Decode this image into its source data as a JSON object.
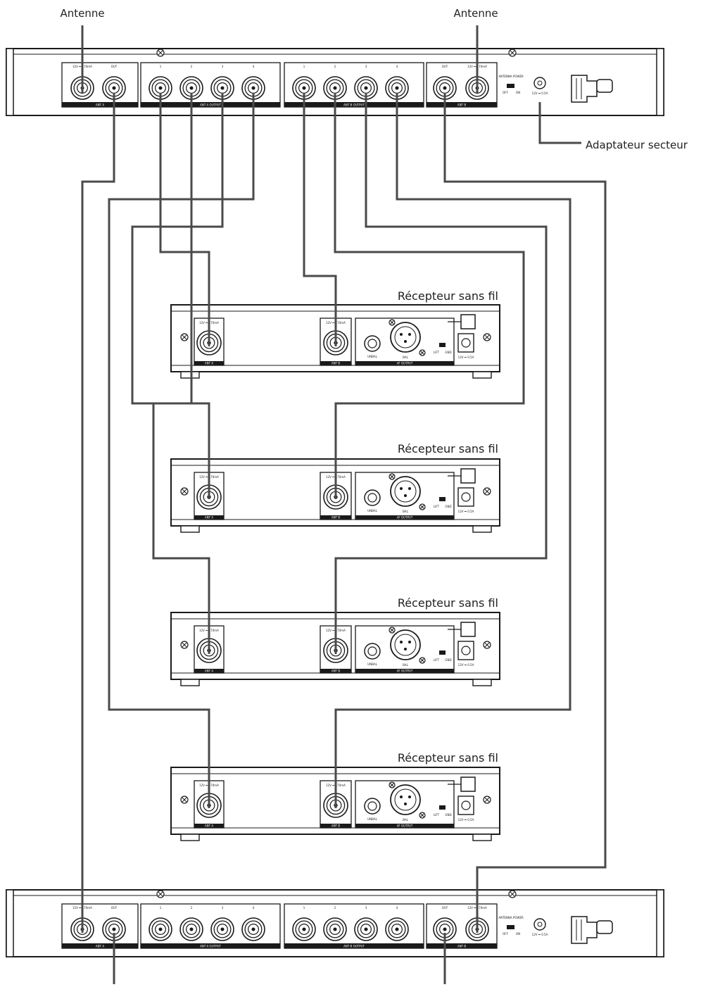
{
  "labels": {
    "antenna_left": "Antenne",
    "antenna_right": "Antenne",
    "power_adapter": "Adaptateur secteur",
    "receivers": [
      "Récepteur sans fil",
      "Récepteur sans fil",
      "Récepteur sans fil",
      "Récepteur sans fil"
    ]
  },
  "distributor": {
    "ant_a_label": "ANT A",
    "ant_b_label": "ANT B",
    "in_label": "12V ⎓ 170mA",
    "out_label": "OUT",
    "output_a_label": "ANT A OUTPUT",
    "output_b_label": "ANT B OUTPUT",
    "output_numbers": [
      "1",
      "2",
      "3",
      "4"
    ],
    "booster_label": "ANTENNA POWER",
    "booster_off": "OFF",
    "booster_on": "ON",
    "dc_label": "12V ⎓ 0.5A"
  },
  "receiver": {
    "ant_a_label": "ANT A",
    "ant_b_label": "ANT B",
    "in_label": "12V ⎓ 170mA",
    "af_output_label": "AF OUTPUT",
    "unbal_label": "UNBAL",
    "bal_label": "BAL",
    "ground_lift": "LIFT",
    "ground_gnd": "GND",
    "dc_label": "12V ⎓ 0.5A"
  },
  "colors": {
    "cable": "#4a4a4a",
    "outline": "#1a1a1a",
    "label_bar": "#1a1a1a",
    "background": "#ffffff"
  }
}
